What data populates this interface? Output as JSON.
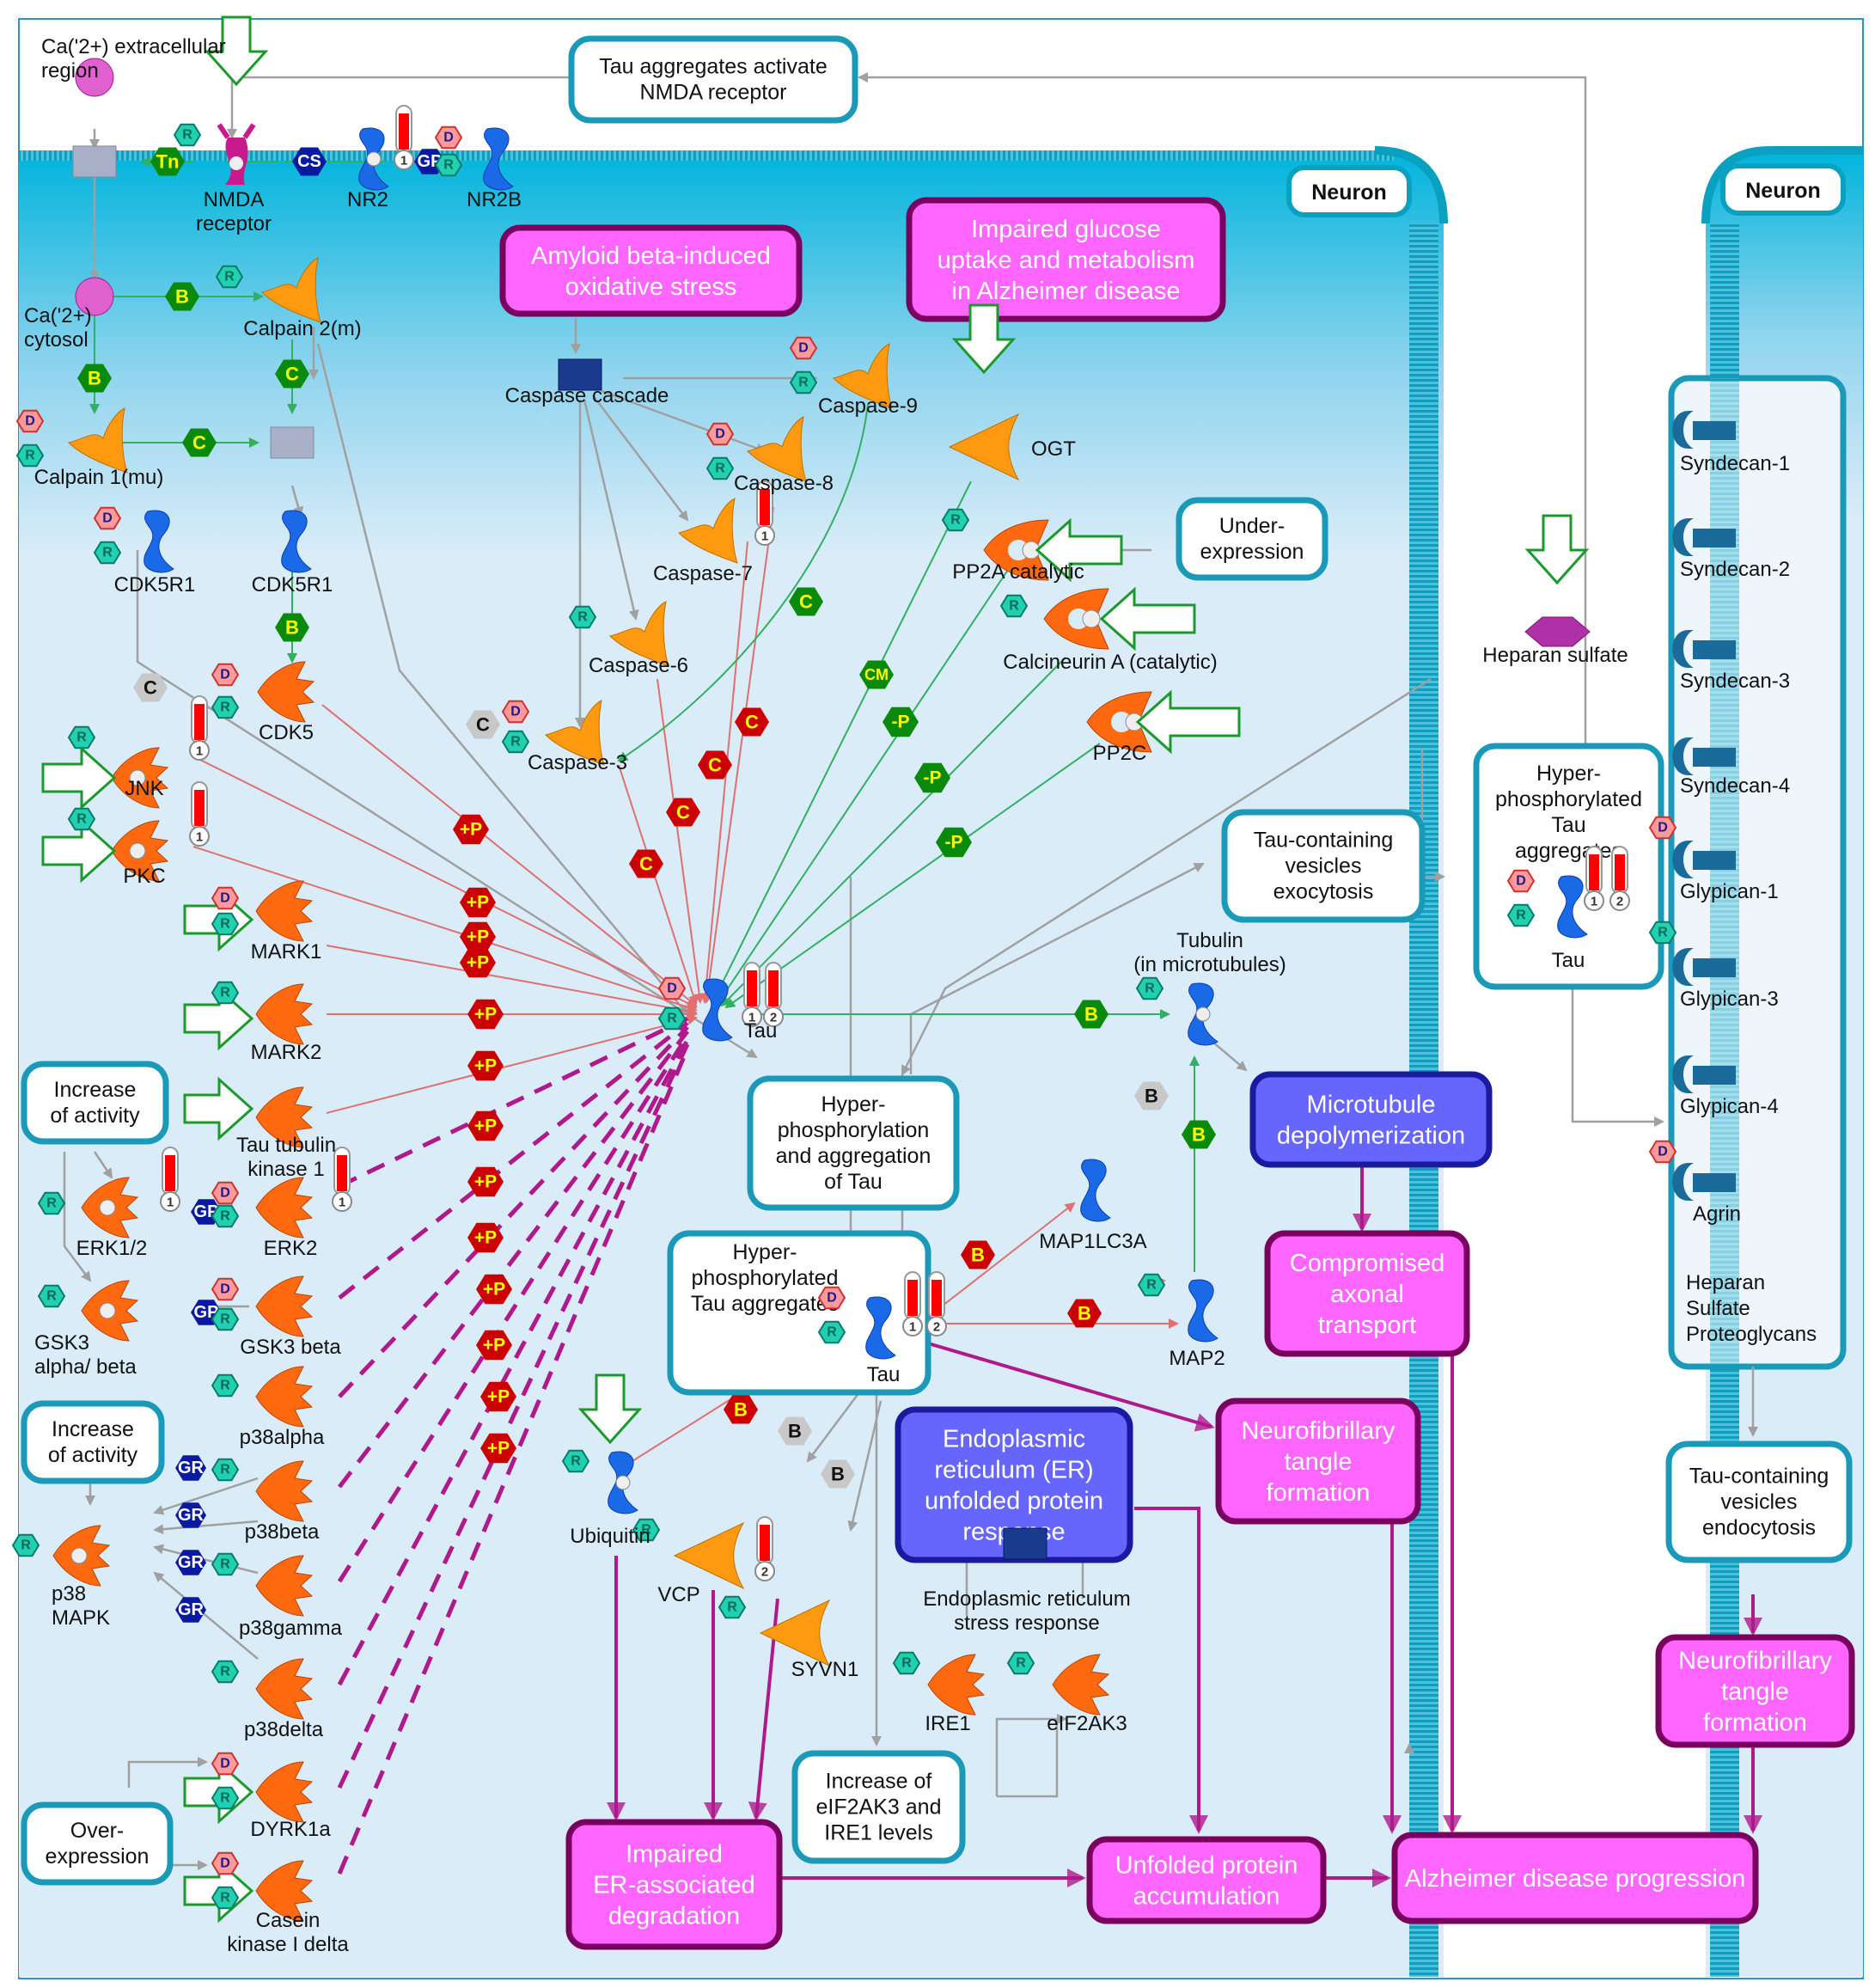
{
  "title": "Tau pathology in Alzheimer disease pathway map",
  "colors": {
    "cell_fill": "#d9ecf8",
    "membrane": "#0aa0c0",
    "process_pink": "#ff66ff",
    "process_pink_border": "#7a0060",
    "process_blue": "#6666ff",
    "process_blue_border": "#1a1aa0",
    "note_border": "#1a9ab8",
    "kinase": "#ff6a10",
    "protease": "#ff9a10",
    "protein_blue": "#1a6ae8",
    "phos_hex": "#cc0000",
    "bind_green": "#007a00",
    "arrow_gray": "#a0a0a0",
    "arrow_red": "#e07070",
    "arrow_green": "#30b060",
    "arrow_magenta": "#b0198c"
  },
  "compartments": {
    "neuron_left": "Neuron",
    "neuron_right": "Neuron"
  },
  "notes": {
    "tau_nmda": [
      "Tau aggregates activate",
      "NMDA receptor"
    ],
    "under_expression": [
      "Under-",
      "expression"
    ],
    "increase_activity_1": [
      "Increase",
      "of activity"
    ],
    "increase_activity_2": [
      "Increase",
      "of activity"
    ],
    "over_expression": [
      "Over-",
      "expression"
    ],
    "hyperphos_aggregation": [
      "Hyper-",
      "phosphorylation",
      "and aggregation",
      "of Tau"
    ],
    "hyperphos_tau_aggr_left": [
      "Hyper-",
      "phosphorylated",
      "Tau aggregates"
    ],
    "hyperphos_tau_aggr_right": [
      "Hyper-",
      "phosphorylated",
      "Tau",
      "aggregates"
    ],
    "exocytosis": [
      "Tau-containing",
      "vesicles",
      "exocytosis"
    ],
    "endocytosis": [
      "Tau-containing",
      "vesicles",
      "endocytosis"
    ],
    "eif2ak3_ire1": [
      "Increase of",
      "eIF2AK3 and",
      "IRE1 levels"
    ],
    "hspg": [
      "Heparan",
      "Sulfate",
      "Proteoglycans"
    ]
  },
  "processes": {
    "amyloid": [
      "Amyloid beta-induced",
      "oxidative stress"
    ],
    "glucose": [
      "Impaired glucose",
      "uptake and metabolism",
      "in Alzheimer disease"
    ],
    "microtubule": [
      "Microtubule",
      "depolymerization"
    ],
    "axonal": [
      "Compromised",
      "axonal",
      "transport"
    ],
    "nft_left": [
      "Neurofibrillary",
      "tangle",
      "formation"
    ],
    "nft_right": [
      "Neurofibrillary",
      "tangle",
      "formation"
    ],
    "er_upr": [
      "Endoplasmic",
      "reticulum (ER)",
      "unfolded protein",
      "response"
    ],
    "erad": [
      "Impaired",
      "ER-associated",
      "degradation"
    ],
    "unfolded": [
      "Unfolded protein",
      "accumulation"
    ],
    "ad_progression": [
      "Alzheimer disease progression"
    ]
  },
  "nodes": {
    "ca_extra": [
      "Ca('2+) extracellular",
      "region"
    ],
    "nmda": [
      "NMDA",
      "receptor"
    ],
    "nr2": "NR2",
    "nr2b": "NR2B",
    "ca_cyto": [
      "Ca('2+)",
      "cytosol"
    ],
    "calpain2": "Calpain 2(m)",
    "calpain1": "Calpain 1(mu)",
    "cdk5r1_a": "CDK5R1",
    "cdk5r1_b": "CDK5R1",
    "cdk5": "CDK5",
    "jnk": "JNK",
    "pkc": "PKC",
    "mark1": "MARK1",
    "mark2": "MARK2",
    "ttbk1": [
      "Tau tubulin",
      "kinase 1"
    ],
    "erk12": "ERK1/2",
    "erk2": "ERK2",
    "gsk3ab": [
      "GSK3",
      "alpha/ beta"
    ],
    "gsk3b": "GSK3 beta",
    "p38a": "p38alpha",
    "p38b": "p38beta",
    "p38g": "p38gamma",
    "p38d": "p38delta",
    "p38mapk": [
      "p38",
      "MAPK"
    ],
    "dyrk1a": "DYRK1a",
    "ck1d": [
      "Casein",
      "kinase I delta"
    ],
    "caspase_cascade": "Caspase cascade",
    "casp9": "Caspase-9",
    "casp8": "Caspase-8",
    "casp7": "Caspase-7",
    "casp6": "Caspase-6",
    "casp3": "Caspase-3",
    "ogt": "OGT",
    "pp2a": "PP2A catalytic",
    "calcineurin": "Calcineurin A (catalytic)",
    "pp2c": "PP2C",
    "tau_main": "Tau",
    "tubulin": [
      "Tubulin",
      "(in microtubules)"
    ],
    "map1lc3a": "MAP1LC3A",
    "map2": "MAP2",
    "tau_aggr": "Tau",
    "tau_right": "Tau",
    "ubiquitin": "Ubiquitin",
    "vcp": "VCP",
    "syvn1": "SYVN1",
    "ire1": "IRE1",
    "eif2ak3": "eIF2AK3",
    "er_stress": [
      "Endoplasmic reticulum",
      "stress response"
    ],
    "heparan": "Heparan sulfate",
    "syndecan1": "Syndecan-1",
    "syndecan2": "Syndecan-2",
    "syndecan3": "Syndecan-3",
    "syndecan4": "Syndecan-4",
    "glypican1": "Glypican-1",
    "glypican3": "Glypican-3",
    "glypican4": "Glypican-4",
    "agrin": "Agrin"
  },
  "badges": {
    "R": "R",
    "D": "D",
    "GP": "GP",
    "GR": "GR",
    "Tn": "Tn",
    "CS": "CS",
    "B": "B",
    "C": "C",
    "CM": "CM",
    "plusP": "+P",
    "minusP": "-P",
    "thermo1": "1",
    "thermo2": "2"
  }
}
